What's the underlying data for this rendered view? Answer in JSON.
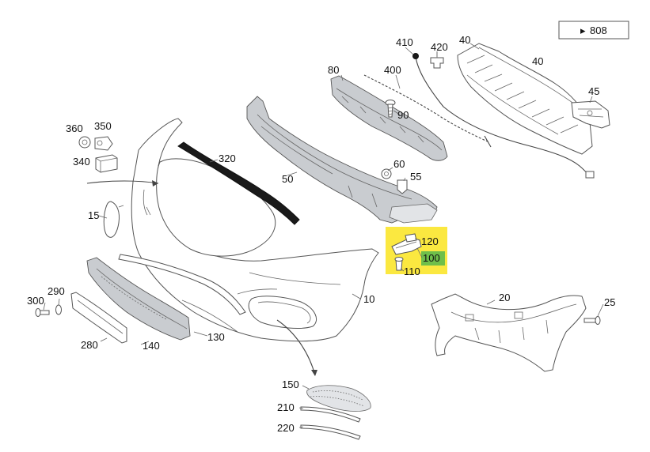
{
  "page_ref": "808",
  "page_ref_arrow": "▸",
  "part_numbers": {
    "p410": "410",
    "p420": "420",
    "p40a": "40",
    "p40b": "40",
    "p80": "80",
    "p400": "400",
    "p45": "45",
    "p90": "90",
    "p360": "360",
    "p350": "350",
    "p340": "340",
    "p320": "320",
    "p60": "60",
    "p55": "55",
    "p50": "50",
    "p15": "15",
    "p120": "120",
    "p100": "100",
    "p110": "110",
    "p290": "290",
    "p300": "300",
    "p10": "10",
    "p20": "20",
    "p25": "25",
    "p280": "280",
    "p140": "140",
    "p130": "130",
    "p150": "150",
    "p210": "210",
    "p220": "220"
  },
  "colors": {
    "highlight": "#fbe840",
    "selected_label_bg": "#6fbf4a",
    "part_fill": "#c9ccd0"
  }
}
